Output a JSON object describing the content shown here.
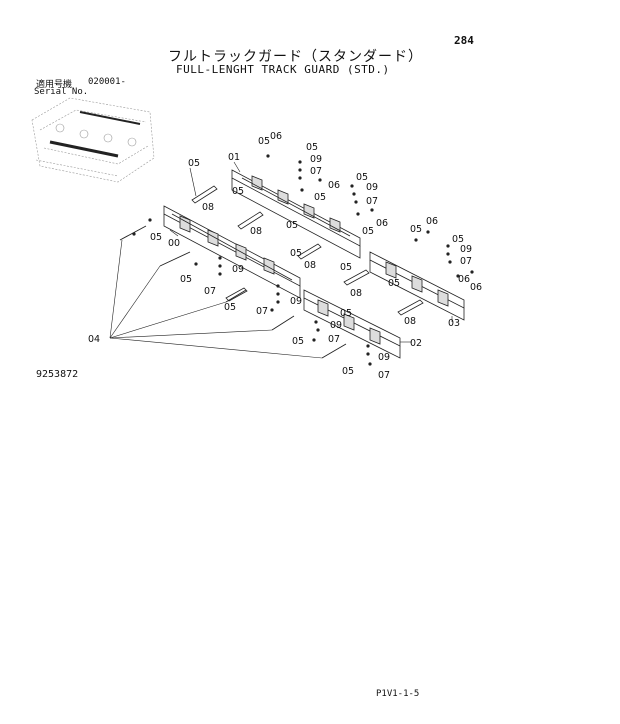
{
  "page": {
    "page_number": "284",
    "title_jp": "フルトラックガード（スタンダード）",
    "title_en": "FULL-LENGHT TRACK GUARD (STD.)",
    "serial_label_jp": "適用号機",
    "serial_value": "020001-",
    "serial_label_en": "Serial No.",
    "figure_number": "9253872",
    "footer_code": "P1V1-1-5"
  },
  "callouts": {
    "c00": "00",
    "c01": "01",
    "c02": "02",
    "c03": "03",
    "c04": "04",
    "c05": "05",
    "c06": "06",
    "c07": "07",
    "c08": "08",
    "c09": "09"
  }
}
